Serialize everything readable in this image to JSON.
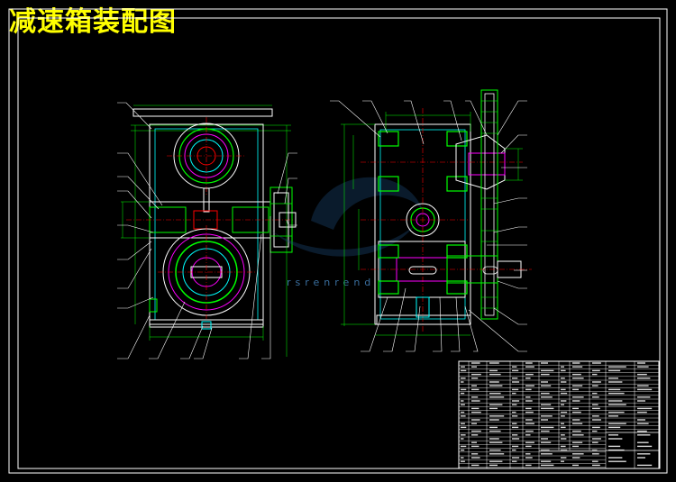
{
  "title": "减速箱装配图",
  "watermark": "rsrenrend",
  "colors": {
    "background": "#000000",
    "frame": "#ffffff",
    "outline": "#ffffff",
    "cyan": "#00ffff",
    "green": "#00ff00",
    "red": "#ff0000",
    "yellow": "#ffff00",
    "magenta": "#ff00ff",
    "title_text": "#ffff00"
  },
  "icons": {
    "front_view": "gearbox-front-section",
    "side_view": "gearbox-side-section",
    "title_block": "bill-of-materials-table"
  }
}
